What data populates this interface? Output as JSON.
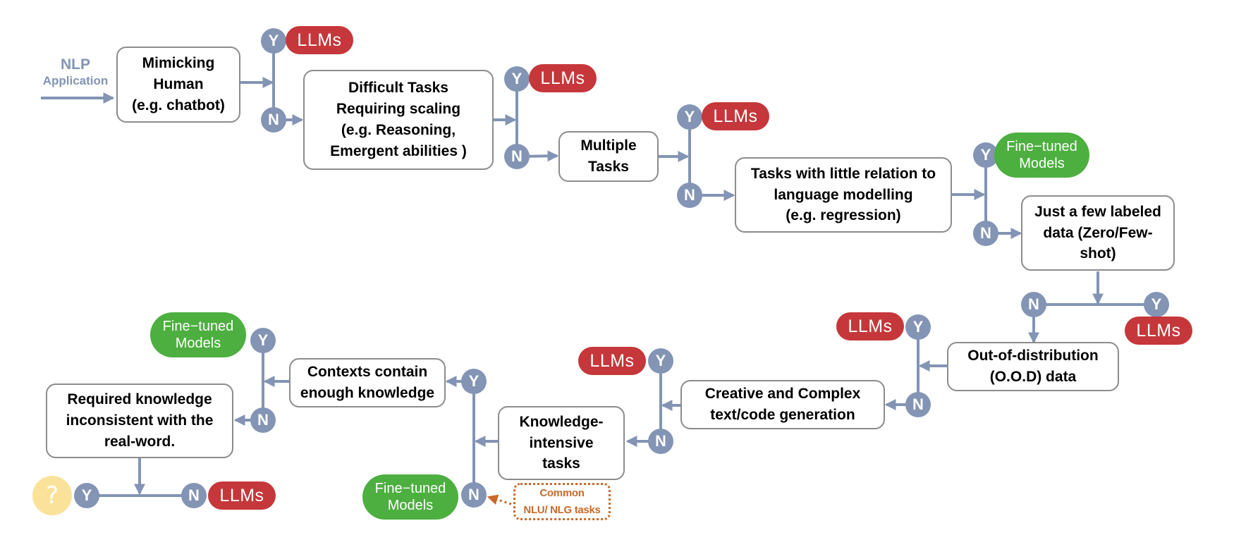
{
  "start": {
    "title": "NLP",
    "subtitle": "Application"
  },
  "boxes": {
    "mimicking": "Mimicking\nHuman\n(e.g. chatbot)",
    "difficult": "Difficult Tasks\nRequiring  scaling\n(e.g. Reasoning,\nEmergent abilities )",
    "multiple": "Multiple\nTasks",
    "little_relation": "Tasks with little relation to\nlanguage modelling\n(e.g. regression)",
    "few_labeled": "Just a few labeled\ndata (Zero/Few-\nshot)",
    "ood": "Out-of-distribution\n(O.O.D) data",
    "creative": "Creative and Complex\ntext/code generation",
    "knowledge": "Knowledge-\nintensive\ntasks",
    "contexts": "Contexts contain\nenough knowledge",
    "inconsistent": "Required knowledge\ninconsistent with the\nreal-word."
  },
  "labels": {
    "yes": "Y",
    "no": "N",
    "llms": "LLMs",
    "fine_tuned": "Fine−tuned\nModels",
    "unknown": "?"
  },
  "note": "Common\nNLU/ NLG tasks",
  "colors": {
    "node": "#8394b4",
    "arrow": "#8394b4",
    "llm": "#c5373a",
    "fine_tuned": "#4caf3f",
    "box_border": "#8c8c8c",
    "note": "#c8692a",
    "question": "#fbe29a"
  }
}
